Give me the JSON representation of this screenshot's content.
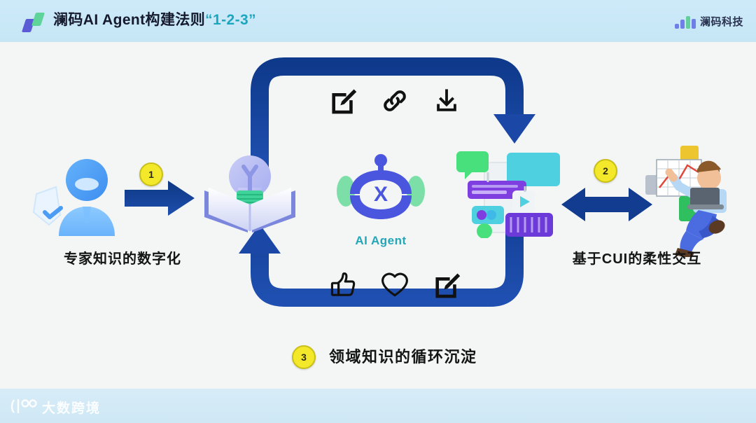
{
  "header": {
    "logo_icon": "lanma-parallelogram-logo",
    "title_main": "澜码AI Agent构建法则",
    "title_accent": "“1-2-3”",
    "brand_icon": "lanma-bars-logo",
    "brand_name": "澜码科技"
  },
  "diagram": {
    "left": {
      "icon": "expert-person-icon",
      "label": "专家知识的数字化"
    },
    "knowledge": {
      "icon": "lightbulb-book-icon"
    },
    "center": {
      "icon": "ai-robot-icon",
      "label": "AI Agent"
    },
    "right_media": {
      "icon": "multimedia-content-icon"
    },
    "right_person": {
      "icon": "person-with-laptop-icon",
      "label": "基于CUI的柔性交互"
    },
    "bottom": {
      "label": "领域知识的循环沉淀"
    },
    "badges": [
      {
        "id": "badge-1",
        "value": "1"
      },
      {
        "id": "badge-2",
        "value": "2"
      },
      {
        "id": "badge-3",
        "value": "3"
      }
    ],
    "arrows": [
      {
        "id": "arrow-step-1",
        "kind": "single-right"
      },
      {
        "id": "arrow-step-2",
        "kind": "double-horizontal"
      },
      {
        "id": "loop-top",
        "kind": "arc-right-down"
      },
      {
        "id": "loop-bottom",
        "kind": "arc-left-up"
      }
    ],
    "top_icons": [
      {
        "id": "edit-icon",
        "name": "compose-edit-icon"
      },
      {
        "id": "link-icon",
        "name": "chain-link-icon"
      },
      {
        "id": "download-icon",
        "name": "download-icon"
      }
    ],
    "bottom_icons": [
      {
        "id": "thumbs-up-icon",
        "name": "thumbs-up-icon"
      },
      {
        "id": "heart-icon",
        "name": "heart-icon"
      },
      {
        "id": "edit-icon-2",
        "name": "compose-edit-icon"
      }
    ]
  },
  "footer": {
    "watermark_icon": "dashukuajing-logo",
    "watermark_text": "大数跨境"
  },
  "colors": {
    "header_bg": "#cdeaf8",
    "accent_teal": "#1aa7bf",
    "arrow_navy": "#123c8f",
    "badge_yellow": "#f3e92a",
    "agent_blue": "#4a56dd",
    "canvas_bg": "#f4f6f6"
  }
}
